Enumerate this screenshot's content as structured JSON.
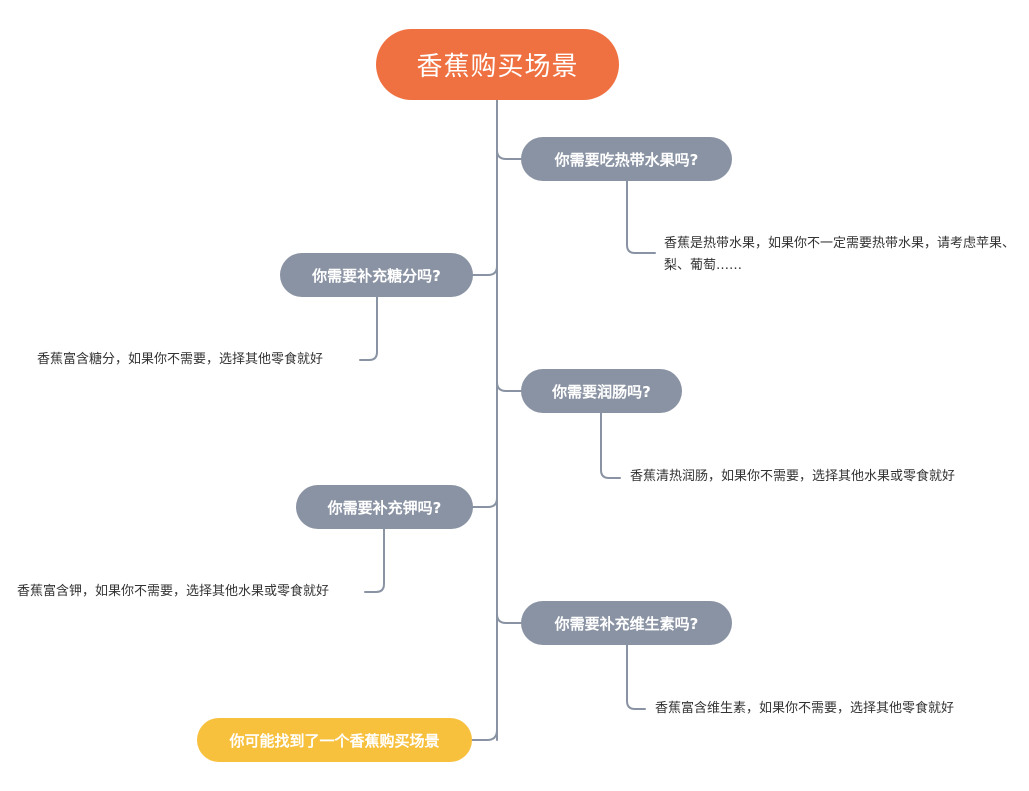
{
  "root": {
    "label": "香蕉购买场景"
  },
  "questions": [
    {
      "label": "你需要吃热带水果吗?",
      "note": "香蕉是热带水果，如果你不一定需要热带水果，请考虑苹果、梨、葡萄……"
    },
    {
      "label": "你需要补充糖分吗?",
      "note": "香蕉富含糖分，如果你不需要，选择其他零食就好"
    },
    {
      "label": "你需要润肠吗?",
      "note": "香蕉清热润肠，如果你不需要，选择其他水果或零食就好"
    },
    {
      "label": "你需要补充钾吗?",
      "note": "香蕉富含钾，如果你不需要，选择其他水果或零食就好"
    },
    {
      "label": "你需要补充维生素吗?",
      "note": "香蕉富含维生素，如果你不需要，选择其他零食就好"
    }
  ],
  "end": {
    "label": "你可能找到了一个香蕉购买场景"
  },
  "colors": {
    "root": "#ef7142",
    "question": "#8a93a3",
    "end": "#f7c03d",
    "connector": "#8a93a3",
    "note_text": "#333333"
  }
}
